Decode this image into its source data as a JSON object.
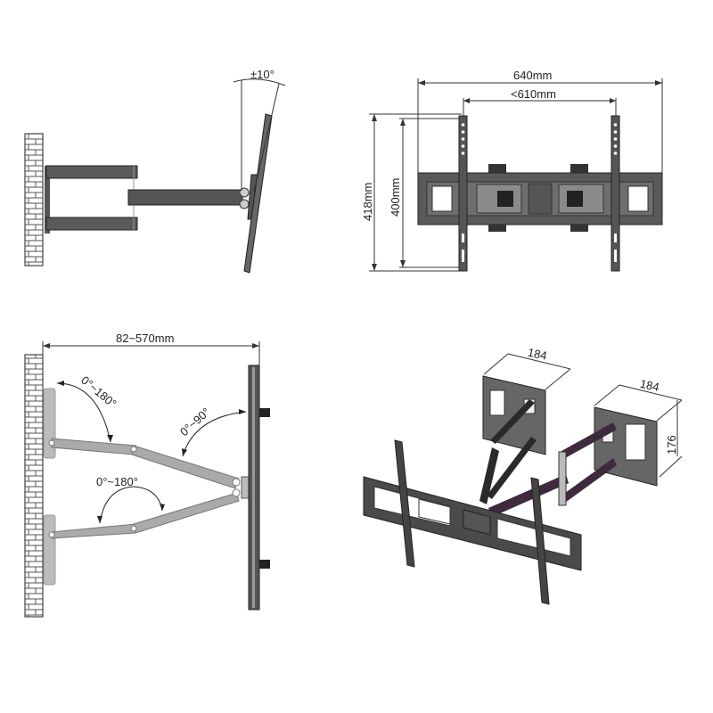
{
  "diagram": {
    "title": "",
    "panels": [
      {
        "id": "side-tilt-view",
        "labels": {
          "tilt": "±10°"
        }
      },
      {
        "id": "front-view",
        "labels": {
          "width_total": "640mm",
          "vesa_width": "<610mm",
          "height_total": "418mm",
          "vesa_height": "400mm"
        }
      },
      {
        "id": "top-swivel-view",
        "labels": {
          "extension": "82~570mm",
          "upper_arm_rotation": "0°~180°",
          "plate_rotation": "0°~90°",
          "lower_arm_rotation": "0°~180°"
        }
      },
      {
        "id": "isometric-view",
        "labels": {
          "plate1_width": "184",
          "plate2_width": "184",
          "plate_height": "176"
        }
      }
    ],
    "colors": {
      "line": "#222222",
      "metal_dark": "#4a4a4a",
      "metal_light": "#a9a9a9",
      "arm_purple": "#3e2a3c",
      "brick": "#ffffff"
    }
  }
}
